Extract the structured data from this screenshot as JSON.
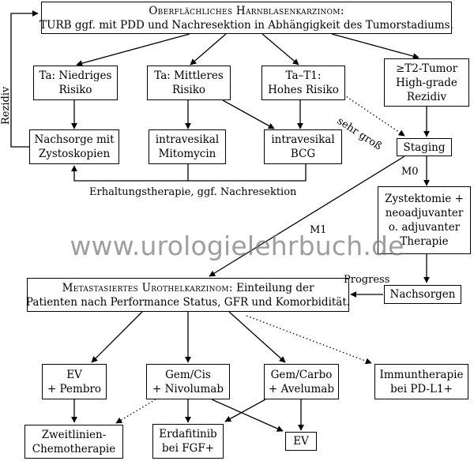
{
  "watermark": "www.urologielehrbuch.de",
  "nodes": {
    "top": {
      "title": "Oberflächliches Harnblasenkarzinom:",
      "text": "TURB ggf. mit PDD und Nachresektion in Abhängigkeit des Tumorstadiums."
    },
    "ta_low": {
      "line1": "Ta: Niedriges",
      "line2": "Risiko"
    },
    "ta_mid": {
      "line1": "Ta: Mittleres",
      "line2": "Risiko"
    },
    "ta_high": {
      "line1": "Ta–T1:",
      "line2": "Hohes Risiko"
    },
    "t2": {
      "line1": "≥T2-Tumor",
      "line2": "High-grade",
      "line3": "Rezidiv"
    },
    "nachsorge_zysto": {
      "line1": "Nachsorge mit",
      "line2": "Zystoskopien"
    },
    "mitomycin": {
      "line1": "intravesikal",
      "line2": "Mitomycin"
    },
    "bcg": {
      "line1": "intravesikal",
      "line2": "BCG"
    },
    "staging": {
      "line1": "Staging"
    },
    "zystektomie": {
      "line1": "Zystektomie +",
      "line2": "neoadjuvanter",
      "line3": "o. adjuvanter",
      "line4": "Therapie"
    },
    "metastatic": {
      "title": "Metastasiertes Urothelkarzinom:",
      "text1": " Einteilung der",
      "text2": "Patienten nach Performance Status, GFR und Komorbidität."
    },
    "nachsorgen": {
      "line1": "Nachsorgen"
    },
    "ev_pembro": {
      "line1": "EV",
      "line2": "+ Pembro"
    },
    "gem_cis": {
      "line1": "Gem/Cis",
      "line2": "+ Nivolumab"
    },
    "gem_carbo": {
      "line1": "Gem/Carbo",
      "line2": "+ Avelumab"
    },
    "immuntherapie": {
      "line1": "Immuntherapie",
      "line2": "bei PD-L1+"
    },
    "zweitlinien": {
      "line1": "Zweitlinien-",
      "line2": "Chemotherapie"
    },
    "erdafitinib": {
      "line1": "Erdafitinib",
      "line2": "bei FGF+"
    },
    "ev": {
      "line1": "EV"
    }
  },
  "edge_labels": {
    "rezidiv": "Rezidiv",
    "sehr_gross": "sehr groß",
    "erhaltung": "Erhaltungstherapie, ggf. Nachresektion",
    "m0": "M0",
    "m1": "M1",
    "progress": "Progress"
  }
}
